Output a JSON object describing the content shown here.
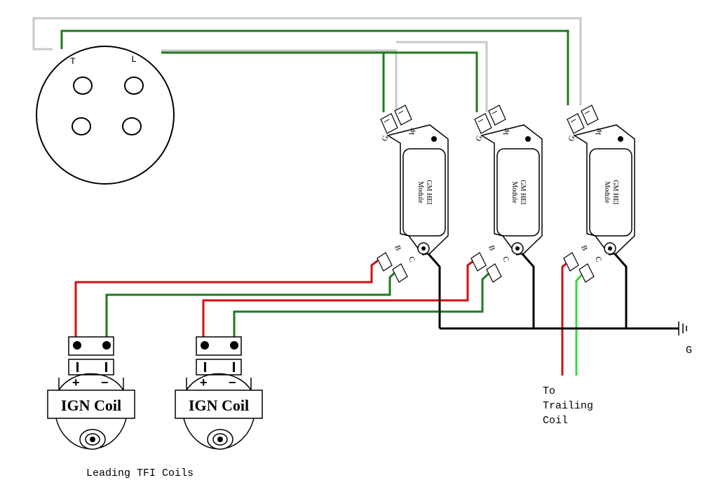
{
  "colors": {
    "wire_green": "#1f7a1f",
    "wire_red": "#d01010",
    "wire_gray": "#c8c8c8",
    "wire_light_green": "#33dd33",
    "wire_black": "#000000"
  },
  "distributor": {
    "terminal_t": "T",
    "terminal_l": "L"
  },
  "modules": [
    {
      "label_line1": "GM HEI",
      "label_line2": "Module",
      "pin_g": "G",
      "pin_w": "W",
      "pin_b": "B",
      "pin_c": "C"
    },
    {
      "label_line1": "GM HEI",
      "label_line2": "Module",
      "pin_g": "G",
      "pin_w": "W",
      "pin_b": "B",
      "pin_c": "C"
    },
    {
      "label_line1": "GM HEI",
      "label_line2": "Module",
      "pin_g": "G",
      "pin_w": "W",
      "pin_b": "B",
      "pin_c": "C"
    }
  ],
  "coils": [
    {
      "label": "IGN Coil",
      "plus": "+",
      "minus": "−"
    },
    {
      "label": "IGN Coil",
      "plus": "+",
      "minus": "−"
    }
  ],
  "ground": {
    "label": "G"
  },
  "labels": {
    "leading_coils": "Leading TFI Coils",
    "trailing_line1": "To",
    "trailing_line2": "Trailing",
    "trailing_line3": "Coil"
  }
}
